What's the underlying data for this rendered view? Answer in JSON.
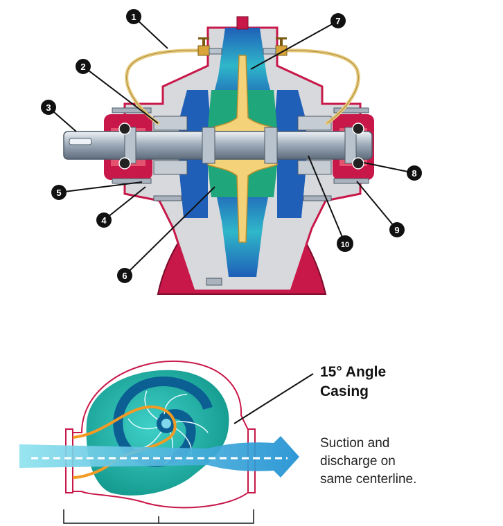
{
  "callouts": [
    {
      "id": "1",
      "label": "1"
    },
    {
      "id": "2",
      "label": "2"
    },
    {
      "id": "3",
      "label": "3"
    },
    {
      "id": "4",
      "label": "4"
    },
    {
      "id": "5",
      "label": "5"
    },
    {
      "id": "6",
      "label": "6"
    },
    {
      "id": "7",
      "label": "7"
    },
    {
      "id": "8",
      "label": "8"
    },
    {
      "id": "9",
      "label": "9"
    },
    {
      "id": "10",
      "label": "10"
    }
  ],
  "casing_heading": {
    "line1": "15° Angle",
    "line2": "Casing"
  },
  "casing_description": {
    "line1": "Suction and",
    "line2": "discharge on",
    "line3": "same centerline."
  },
  "colors": {
    "casing": "#c8184a",
    "casing_light": "#e3536f",
    "body_gray": "#d7d9dc",
    "shaft": "#9aa8b6",
    "impeller_blue": "#1f5fb8",
    "impeller_cyan": "#2fb7c9",
    "impeller_green": "#1fa67a",
    "impeller_gold": "#f3d27a",
    "tube_gold": "#e7c97c",
    "flow_orange": "#f39a24",
    "callout": "#111111"
  }
}
